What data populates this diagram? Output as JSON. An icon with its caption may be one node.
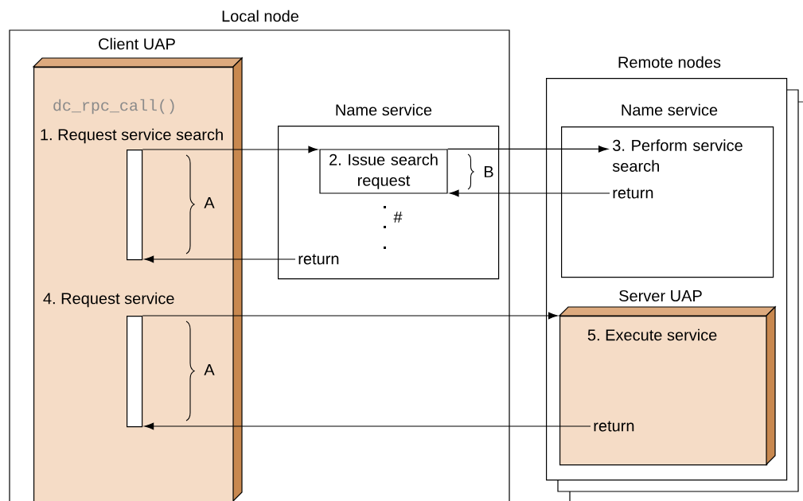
{
  "diagram": {
    "nodes": [
      {
        "text": [
          "Local node"
        ]
      },
      {
        "text": [
          "Client UAP",
          "dc_rpc_call()",
          "1. Request service search",
          "4. Request service"
        ],
        "in": 0
      },
      {
        "text": [],
        "shape": "bar",
        "in": 1
      },
      {
        "text": [],
        "shape": "bar",
        "in": 1
      },
      {
        "text": [
          "Name service"
        ],
        "in": 0
      },
      {
        "text": [
          "2. Issue search request"
        ],
        "in": 4
      },
      {
        "text": [
          "return"
        ],
        "in": 4
      },
      {
        "text": [
          "Remote nodes"
        ]
      },
      {
        "text": [
          "Name service"
        ],
        "in": 7
      },
      {
        "text": [
          "3. Perform service search"
        ],
        "in": 8
      },
      {
        "text": [
          "return"
        ],
        "in": 8
      },
      {
        "text": [
          "Server UAP",
          "5. Execute service"
        ],
        "in": 7
      },
      {
        "text": [
          "return"
        ],
        "in": 11
      }
    ],
    "edges": [
      {
        "from": 2,
        "to": 5,
        "arrow": "to"
      },
      {
        "from": 5,
        "to": 9,
        "arrow": "to"
      },
      {
        "from": 10,
        "to": 5,
        "arrow": "to"
      },
      {
        "from": 6,
        "to": 2,
        "arrow": "to"
      },
      {
        "from": 3,
        "to": 11,
        "arrow": "to"
      },
      {
        "from": 12,
        "to": 3,
        "arrow": "to"
      }
    ],
    "labels": [
      "B",
      "A",
      "#",
      "A"
    ]
  }
}
